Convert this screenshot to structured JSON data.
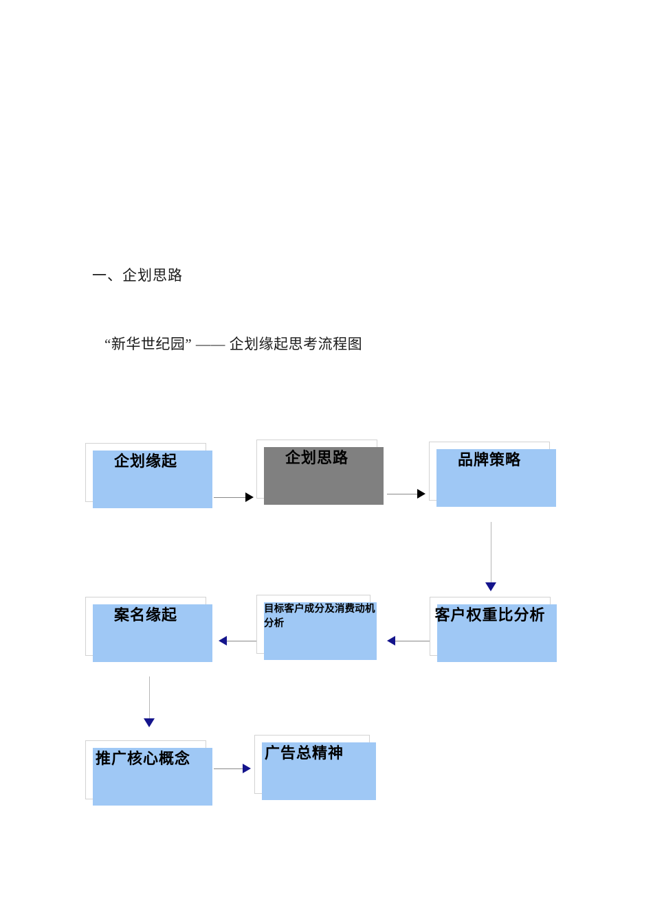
{
  "document": {
    "section_heading": "一、企划思路",
    "figure_title": "“新华世纪园” —— 企划缘起思考流程图"
  },
  "palette": {
    "box_fill": "#ffffff",
    "box_border": "#d2d2d2",
    "shadow_blue": "#9fc8f5",
    "shadow_gray": "#808080",
    "arrow_black": "#000000",
    "arrow_navy": "#14148c",
    "line_gray": "#888888",
    "text": "#000000",
    "page_background": "#ffffff"
  },
  "flowchart": {
    "type": "diagram",
    "nodes": [
      {
        "id": "qhyq",
        "label": "企划缘起",
        "row": 1,
        "col": 1,
        "shadow": "blue",
        "text_style": "title",
        "align": "center"
      },
      {
        "id": "qhsl",
        "label": "企划思路",
        "row": 1,
        "col": 2,
        "shadow": "gray",
        "text_style": "title",
        "align": "center"
      },
      {
        "id": "ppcl",
        "label": "品牌策略",
        "row": 1,
        "col": 3,
        "shadow": "blue",
        "text_style": "title",
        "align": "center"
      },
      {
        "id": "amyq",
        "label": "案名缘起",
        "row": 2,
        "col": 1,
        "shadow": "blue",
        "text_style": "title",
        "align": "center"
      },
      {
        "id": "mbkh",
        "label": "目标客户成分及消费动机分析",
        "row": 2,
        "col": 2,
        "shadow": "blue",
        "text_style": "body",
        "align": "left"
      },
      {
        "id": "khqz",
        "label": "客户权重比分析",
        "row": 2,
        "col": 3,
        "shadow": "blue",
        "text_style": "title",
        "align": "center"
      },
      {
        "id": "tgh",
        "label": "推广核心概念",
        "row": 3,
        "col": 1,
        "shadow": "blue",
        "text_style": "title",
        "align": "left"
      },
      {
        "id": "ggzjs",
        "label": "广告总精神",
        "row": 3,
        "col": 2,
        "shadow": "blue",
        "text_style": "title",
        "align": "left"
      }
    ],
    "edges": [
      {
        "from": "qhyq",
        "to": "qhsl",
        "direction": "right",
        "arrow_color": "#000000"
      },
      {
        "from": "qhsl",
        "to": "ppcl",
        "direction": "right",
        "arrow_color": "#000000"
      },
      {
        "from": "ppcl",
        "to": "khqz",
        "direction": "down",
        "arrow_color": "#14148c"
      },
      {
        "from": "khqz",
        "to": "mbkh",
        "direction": "left",
        "arrow_color": "#14148c"
      },
      {
        "from": "mbkh",
        "to": "amyq",
        "direction": "left",
        "arrow_color": "#14148c"
      },
      {
        "from": "amyq",
        "to": "tgh",
        "direction": "down",
        "arrow_color": "#14148c"
      },
      {
        "from": "tgh",
        "to": "ggzjs",
        "direction": "right",
        "arrow_color": "#14148c"
      }
    ]
  }
}
